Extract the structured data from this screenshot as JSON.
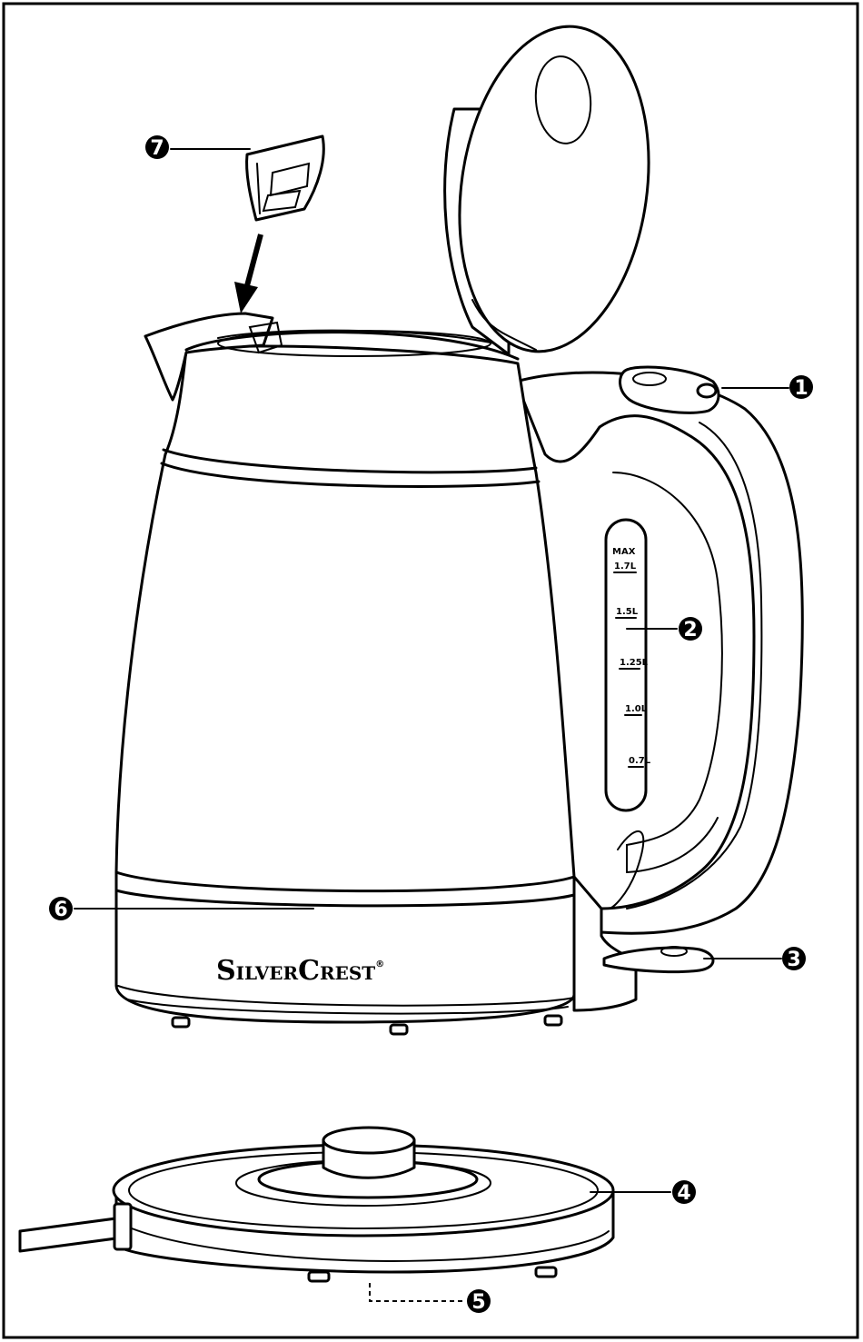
{
  "brand": {
    "name_part1": "S",
    "name_part2": "ILVER",
    "name_part3": "C",
    "name_part4": "REST",
    "trademark": "®"
  },
  "water_scale": {
    "marks": [
      "MAX",
      "1.7L",
      "1.5L",
      "1.25L",
      "1.0L",
      "0.7L"
    ]
  },
  "callouts": [
    {
      "number": "1",
      "part": "lid release button"
    },
    {
      "number": "2",
      "part": "water level indicator"
    },
    {
      "number": "3",
      "part": "on/off switch"
    },
    {
      "number": "4",
      "part": "base station"
    },
    {
      "number": "5",
      "part": "cable storage"
    },
    {
      "number": "6",
      "part": "kettle body"
    },
    {
      "number": "7",
      "part": "limescale filter"
    }
  ],
  "colors": {
    "line": "#000000",
    "background": "#ffffff",
    "callout_fill": "#000000"
  }
}
